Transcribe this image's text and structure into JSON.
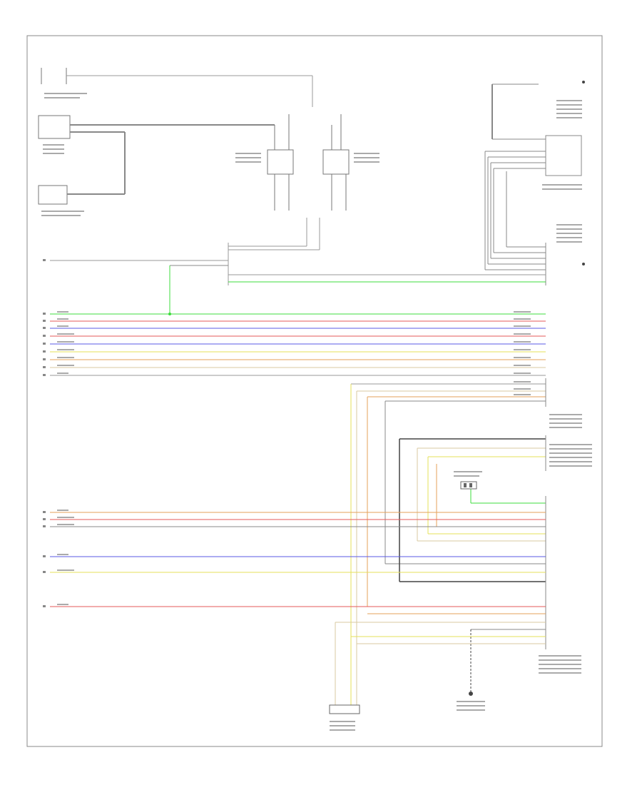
{
  "diagram": {
    "footer_code": "",
    "frame": {
      "stroke": "#888888"
    },
    "colors": {
      "green": "#3ddc3d",
      "red": "#e65a5a",
      "blue": "#5a5ae6",
      "orange": "#e6a05a",
      "yellow": "#e6e05a",
      "grey": "#999999",
      "dark": "#444444",
      "tan": "#d9c8a0"
    },
    "wires": [
      {
        "id": "w1",
        "color": "green"
      },
      {
        "id": "w2",
        "color": "red"
      },
      {
        "id": "w3",
        "color": "blue"
      },
      {
        "id": "w4",
        "color": "red"
      },
      {
        "id": "w5",
        "color": "blue"
      },
      {
        "id": "w6",
        "color": "yellow"
      },
      {
        "id": "w7",
        "color": "orange"
      },
      {
        "id": "w8",
        "color": "tan"
      },
      {
        "id": "w9",
        "color": "grey"
      }
    ]
  }
}
